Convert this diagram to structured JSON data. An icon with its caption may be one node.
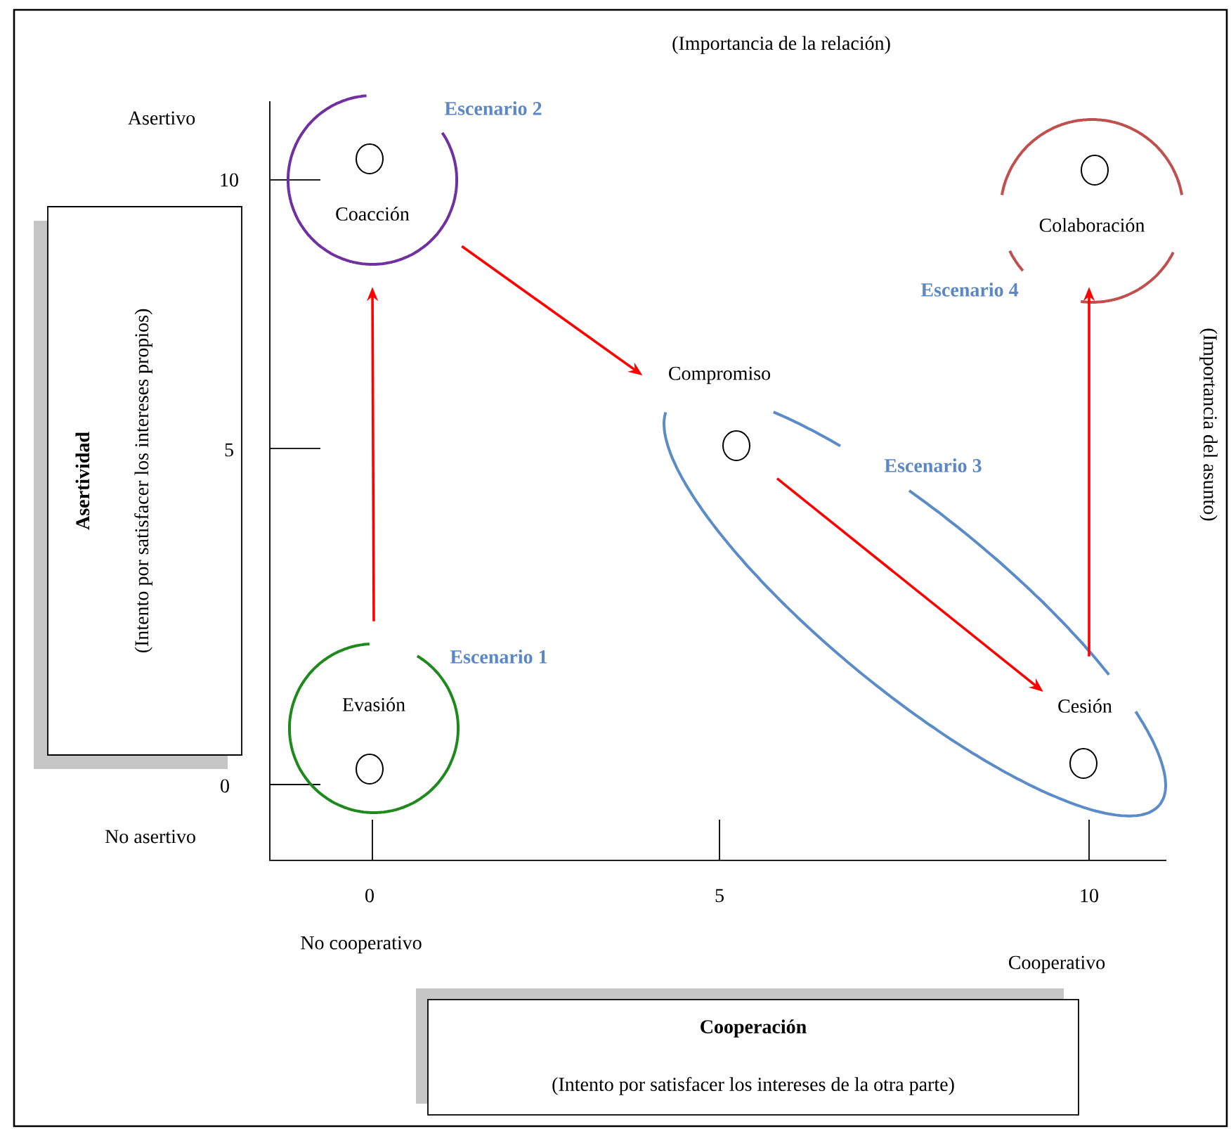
{
  "diagram": {
    "nodes": [
      {
        "text": [
          "Coacción"
        ],
        "beside": [
          "Escenario 2"
        ]
      },
      {
        "text": [
          "Colaboración"
        ],
        "beside": [
          "Escenario 4"
        ]
      },
      {
        "text": [
          "Compromiso"
        ]
      },
      {
        "text": [],
        "shape": "ellipse",
        "beside": [
          "Escenario 3"
        ]
      },
      {
        "text": [
          "Cesión"
        ],
        "in": 3
      },
      {
        "text": [
          "Evasión"
        ],
        "beside": [
          "Escenario 1"
        ]
      },
      {
        "text": [
          "Asertividad",
          "(Intento por satisfacer los intereses propios)"
        ]
      },
      {
        "text": [
          "Cooperación",
          "(Intento por satisfacer los intereses de la otra parte)"
        ]
      }
    ],
    "edges": [
      {
        "from": 5,
        "to": 0,
        "arrow": "to"
      },
      {
        "from": 0,
        "to": 2,
        "arrow": "to"
      },
      {
        "from": 2,
        "to": 4,
        "arrow": "to"
      },
      {
        "from": 4,
        "to": 1,
        "arrow": "to"
      }
    ],
    "labels": [
      "(Importancia de la relación)",
      "Asertivo",
      "10",
      "(Importancia del asunto)",
      "5",
      "0",
      "No asertivo",
      "0",
      "5",
      "10",
      "No cooperativo",
      "Cooperativo"
    ]
  }
}
